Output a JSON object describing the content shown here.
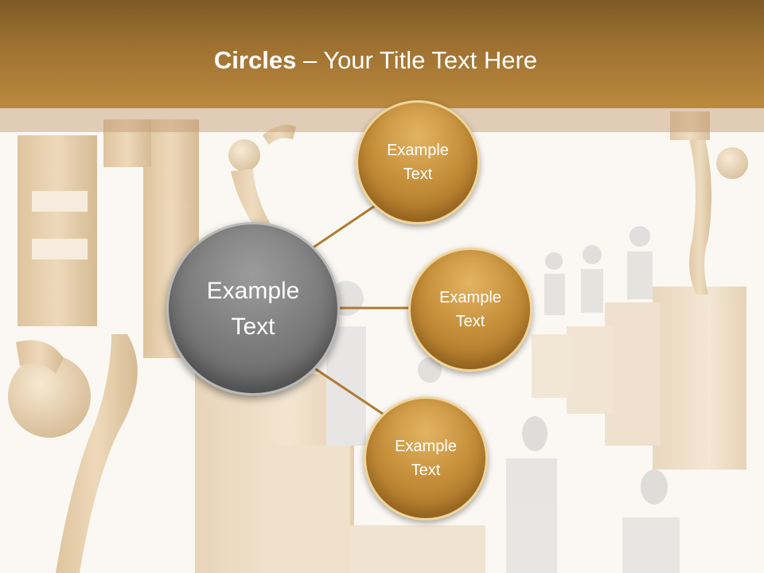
{
  "slide": {
    "title_bold": "Circles",
    "title_rest": " – Your Title Text Here",
    "center_circle": {
      "line1": "Example",
      "line2": "Text"
    },
    "satellites": [
      {
        "line1": "Example",
        "line2": "Text"
      },
      {
        "line1": "Example",
        "line2": "Text"
      },
      {
        "line1": "Example",
        "line2": "Text"
      }
    ]
  },
  "colors": {
    "header": "#a07232",
    "gold_circle": "#c68f3a",
    "grey_circle": "#7b7b7b",
    "connector": "#b07c30"
  }
}
